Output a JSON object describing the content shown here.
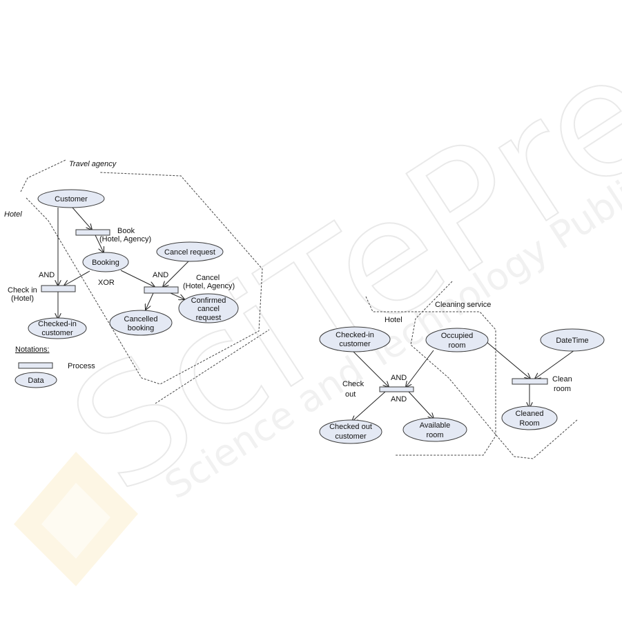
{
  "regions": {
    "travel_agency": "Travel agency",
    "hotel_left": "Hotel",
    "cleaning_service": "Cleaning service",
    "hotel_right": "Hotel"
  },
  "nodes": {
    "customer": "Customer",
    "booking": "Booking",
    "cancel_request": "Cancel request",
    "checked_in_customer_l1": "Checked-in",
    "checked_in_customer_l2": "customer",
    "cancelled_booking_l1": "Cancelled",
    "cancelled_booking_l2": "booking",
    "confirmed_cancel_l1": "Confirmed",
    "confirmed_cancel_l2": "cancel",
    "confirmed_cancel_l3": "request",
    "r_checked_in_l1": "Checked-in",
    "r_checked_in_l2": "customer",
    "occupied_room_l1": "Occupied",
    "occupied_room_l2": "room",
    "datetime": "DateTime",
    "checked_out_l1": "Checked out",
    "checked_out_l2": "customer",
    "available_room_l1": "Available",
    "available_room_l2": "room",
    "cleaned_room_l1": "Cleaned",
    "cleaned_room_l2": "Room"
  },
  "processes": {
    "book_l1": "Book",
    "book_l2": "(Hotel, Agency)",
    "cancel_l1": "Cancel",
    "cancel_l2": "(Hotel, Agency)",
    "check_in_l1": "Check in",
    "check_in_l2": "(Hotel)",
    "check_out_l1": "Check",
    "check_out_l2": "out",
    "clean_room_l1": "Clean",
    "clean_room_l2": "room"
  },
  "operators": {
    "and_check_in": "AND",
    "xor_booking": "XOR",
    "and_cancel": "AND",
    "and_check_out_top": "AND",
    "and_check_out_bottom": "AND"
  },
  "legend": {
    "title": "Notations:",
    "process": "Process",
    "data": "Data"
  },
  "watermark": {
    "main": "SciTePress",
    "sub": "Science and Technology Publications"
  },
  "colors": {
    "node_fill": "#e4e9f4",
    "stroke": "#3a3a3a"
  }
}
